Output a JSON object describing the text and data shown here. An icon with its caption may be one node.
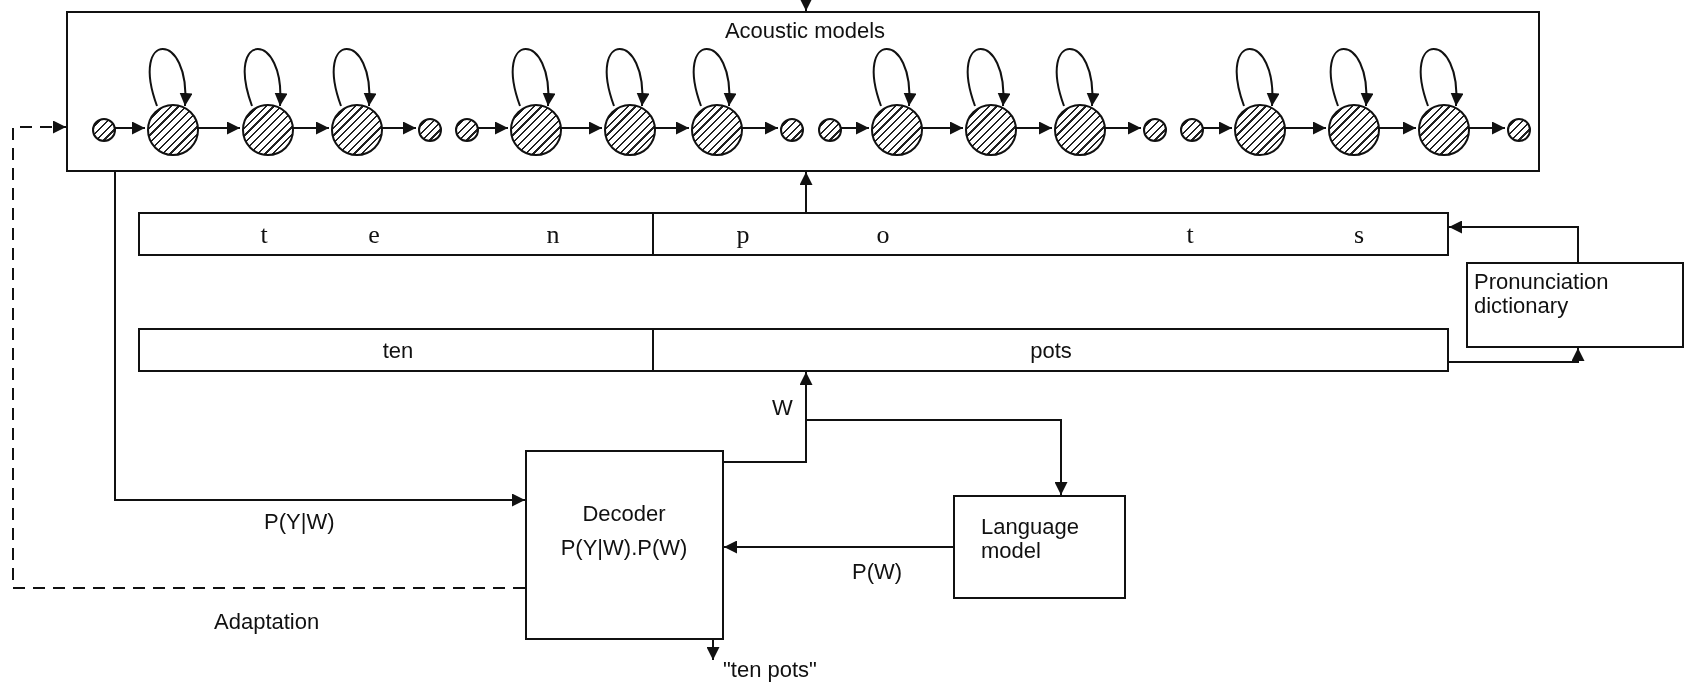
{
  "diagram": {
    "nodes": [
      {
        "text": [
          "Acoustic models"
        ]
      },
      {
        "text": [],
        "shape": "circle",
        "in": 0
      },
      {
        "text": [],
        "shape": "circle",
        "in": 0
      },
      {
        "text": [],
        "shape": "circle",
        "in": 0
      },
      {
        "text": [],
        "shape": "circle",
        "in": 0
      },
      {
        "text": [],
        "shape": "circle",
        "in": 0
      },
      {
        "text": [],
        "shape": "circle",
        "in": 0
      },
      {
        "text": [],
        "shape": "circle",
        "in": 0
      },
      {
        "text": [],
        "shape": "circle",
        "in": 0
      },
      {
        "text": [],
        "shape": "circle",
        "in": 0
      },
      {
        "text": [],
        "shape": "circle",
        "in": 0
      },
      {
        "text": [],
        "shape": "circle",
        "in": 0
      },
      {
        "text": [],
        "shape": "circle",
        "in": 0
      },
      {
        "text": [],
        "shape": "circle",
        "in": 0
      },
      {
        "text": [],
        "shape": "circle",
        "in": 0
      },
      {
        "text": [],
        "shape": "circle",
        "in": 0
      },
      {
        "text": [],
        "shape": "circle",
        "in": 0
      },
      {
        "text": [],
        "shape": "circle",
        "in": 0
      },
      {
        "text": [],
        "shape": "circle",
        "in": 0
      },
      {
        "text": [],
        "shape": "circle",
        "in": 0
      },
      {
        "text": [],
        "shape": "circle",
        "in": 0
      },
      {
        "text": [
          "t",
          "e",
          "n"
        ]
      },
      {
        "text": [
          "p",
          "o",
          "t",
          "s"
        ]
      },
      {
        "text": [
          "ten"
        ]
      },
      {
        "text": [
          "pots"
        ]
      },
      {
        "text": [
          "Pronunciation dictionary"
        ]
      },
      {
        "text": [
          "Decoder",
          "P(Y|W).P(W)"
        ]
      },
      {
        "text": [
          "Language model"
        ]
      },
      {
        "text": [
          "\"ten pots\""
        ]
      }
    ],
    "edges": [
      {
        "from": null,
        "to": 0,
        "arrow": "to"
      },
      {
        "from": 1,
        "to": 2,
        "arrow": "to"
      },
      {
        "from": 2,
        "to": 2,
        "arrow": "to"
      },
      {
        "from": 2,
        "to": 3,
        "arrow": "to"
      },
      {
        "from": 3,
        "to": 3,
        "arrow": "to"
      },
      {
        "from": 3,
        "to": 4,
        "arrow": "to"
      },
      {
        "from": 4,
        "to": 4,
        "arrow": "to"
      },
      {
        "from": 4,
        "to": 5,
        "arrow": "to"
      },
      {
        "from": 6,
        "to": 7,
        "arrow": "to"
      },
      {
        "from": 7,
        "to": 7,
        "arrow": "to"
      },
      {
        "from": 7,
        "to": 8,
        "arrow": "to"
      },
      {
        "from": 8,
        "to": 8,
        "arrow": "to"
      },
      {
        "from": 8,
        "to": 9,
        "arrow": "to"
      },
      {
        "from": 9,
        "to": 9,
        "arrow": "to"
      },
      {
        "from": 9,
        "to": 10,
        "arrow": "to"
      },
      {
        "from": 11,
        "to": 12,
        "arrow": "to"
      },
      {
        "from": 12,
        "to": 12,
        "arrow": "to"
      },
      {
        "from": 12,
        "to": 13,
        "arrow": "to"
      },
      {
        "from": 13,
        "to": 13,
        "arrow": "to"
      },
      {
        "from": 13,
        "to": 14,
        "arrow": "to"
      },
      {
        "from": 14,
        "to": 14,
        "arrow": "to"
      },
      {
        "from": 14,
        "to": 15,
        "arrow": "to"
      },
      {
        "from": 16,
        "to": 17,
        "arrow": "to"
      },
      {
        "from": 17,
        "to": 17,
        "arrow": "to"
      },
      {
        "from": 17,
        "to": 18,
        "arrow": "to"
      },
      {
        "from": 18,
        "to": 18,
        "arrow": "to"
      },
      {
        "from": 18,
        "to": 19,
        "arrow": "to"
      },
      {
        "from": 19,
        "to": 19,
        "arrow": "to"
      },
      {
        "from": 19,
        "to": 20,
        "arrow": "to"
      },
      {
        "from": 22,
        "to": 0,
        "arrow": "to"
      },
      {
        "from": 25,
        "to": 22,
        "arrow": "to"
      },
      {
        "from": 24,
        "to": 25,
        "arrow": "to"
      },
      {
        "from": 26,
        "to": 24,
        "arrow": "to",
        "label": "W"
      },
      {
        "from": 26,
        "to": 27,
        "arrow": "to"
      },
      {
        "from": 0,
        "to": 26,
        "arrow": "to",
        "label": "P(Y|W)"
      },
      {
        "from": 27,
        "to": 26,
        "arrow": "to",
        "label": "P(W)"
      },
      {
        "from": 26,
        "to": 0,
        "arrow": "to",
        "label": "Adaptation",
        "style": "dashed"
      },
      {
        "from": 26,
        "to": 28,
        "arrow": "to"
      }
    ]
  }
}
